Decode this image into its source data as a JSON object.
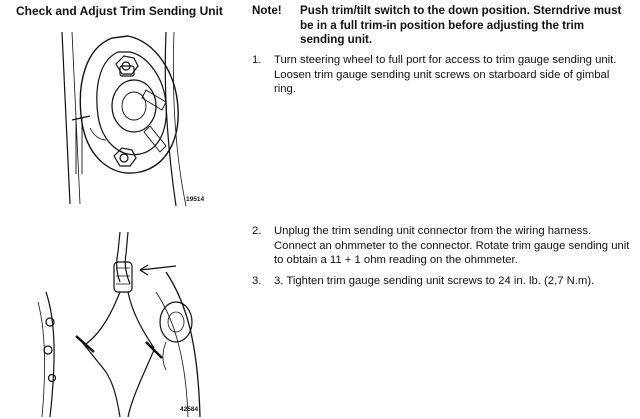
{
  "section_title": "Check and Adjust Trim Sending Unit",
  "note": {
    "label": "Note!",
    "text": "Push trim/tilt switch to the down position. Sterndrive must be in a full trim-in position before adjusting the trim sending unit."
  },
  "steps": [
    {
      "number": "1.",
      "text": "Turn steering wheel to full port for access to trim gauge sending unit. Loosen trim gauge sending unit screws on starboard side of gimbal ring."
    },
    {
      "number": "2.",
      "text": "Unplug the trim sending unit connector from the wiring harness. Connect an ohmmeter to the connector. Rotate trim gauge sending unit to obtain a 11 + 1 ohm reading on the ohmmeter."
    },
    {
      "number": "3.",
      "text": "3. Tighten trim gauge sending unit screws to 24 in. lb. (2,7 N.m)."
    }
  ],
  "figures": [
    {
      "number": "19514"
    },
    {
      "number": "42584"
    }
  ]
}
